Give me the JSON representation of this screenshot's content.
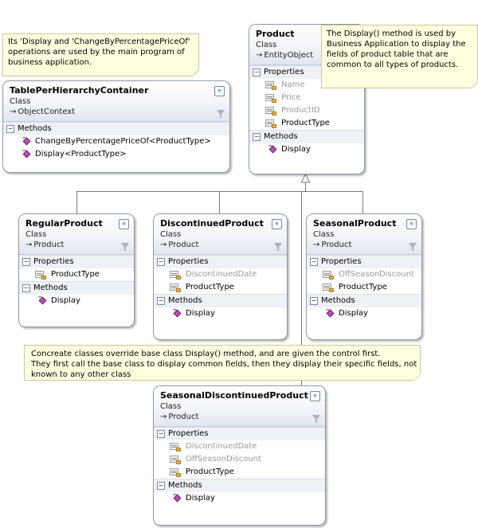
{
  "notes": {
    "operations": [
      "Its 'Display and 'ChangeByPercentagePriceOf'",
      "operations are used by the main program of",
      "business application."
    ],
    "display": [
      "The Display() method is used by",
      "Business Application to display the",
      "fields of product table that are",
      "common to all types of products."
    ],
    "concrete": [
      "Concreate classes override base class Display() method, and are given the control first.",
      "They first call the base class to display common fields, then they display their specific fields, not",
      "known to any other class"
    ]
  },
  "container": {
    "name": "TablePerHierarchyContainer",
    "kind": "Class",
    "base": "ObjectContext",
    "methods_label": "Methods",
    "methods": [
      "ChangeByPercentagePriceOf<ProductType>",
      "Display<ProductType>"
    ]
  },
  "product": {
    "name": "Product",
    "kind": "Class",
    "base": "EntityObject",
    "properties_label": "Properties",
    "properties": [
      "Name",
      "Price",
      "ProductID",
      "ProductType"
    ],
    "methods_label": "Methods",
    "methods": [
      "Display"
    ]
  },
  "regular": {
    "name": "RegularProduct",
    "kind": "Class",
    "base": "Product",
    "properties_label": "Properties",
    "properties": [
      "ProductType"
    ],
    "methods_label": "Methods",
    "methods": [
      "Display"
    ]
  },
  "discontinued": {
    "name": "DiscontinuedProduct",
    "kind": "Class",
    "base": "Product",
    "properties_label": "Properties",
    "properties": [
      "DiscontinuedDate",
      "ProductType"
    ],
    "methods_label": "Methods",
    "methods": [
      "Display"
    ]
  },
  "seasonal": {
    "name": "SeasonalProduct",
    "kind": "Class",
    "base": "Product",
    "properties_label": "Properties",
    "properties": [
      "OffSeasonDiscount",
      "ProductType"
    ],
    "methods_label": "Methods",
    "methods": [
      "Display"
    ]
  },
  "seasonal_discontinued": {
    "name": "SeasonalDiscontinuedProduct",
    "kind": "Class",
    "base": "Product",
    "properties_label": "Properties",
    "properties": [
      "DiscontinuedDate",
      "OffSeasonDiscount",
      "ProductType"
    ],
    "methods_label": "Methods",
    "methods": [
      "Display"
    ]
  },
  "glyphs": {
    "inherits_arrow": "→",
    "collapse": "«",
    "minus": "−"
  },
  "colors": {
    "note_fill": "#ffffe0",
    "class_border": "#8e98a8",
    "method_icon": "#b453b4",
    "inherited_text": "#9a9a9a"
  }
}
